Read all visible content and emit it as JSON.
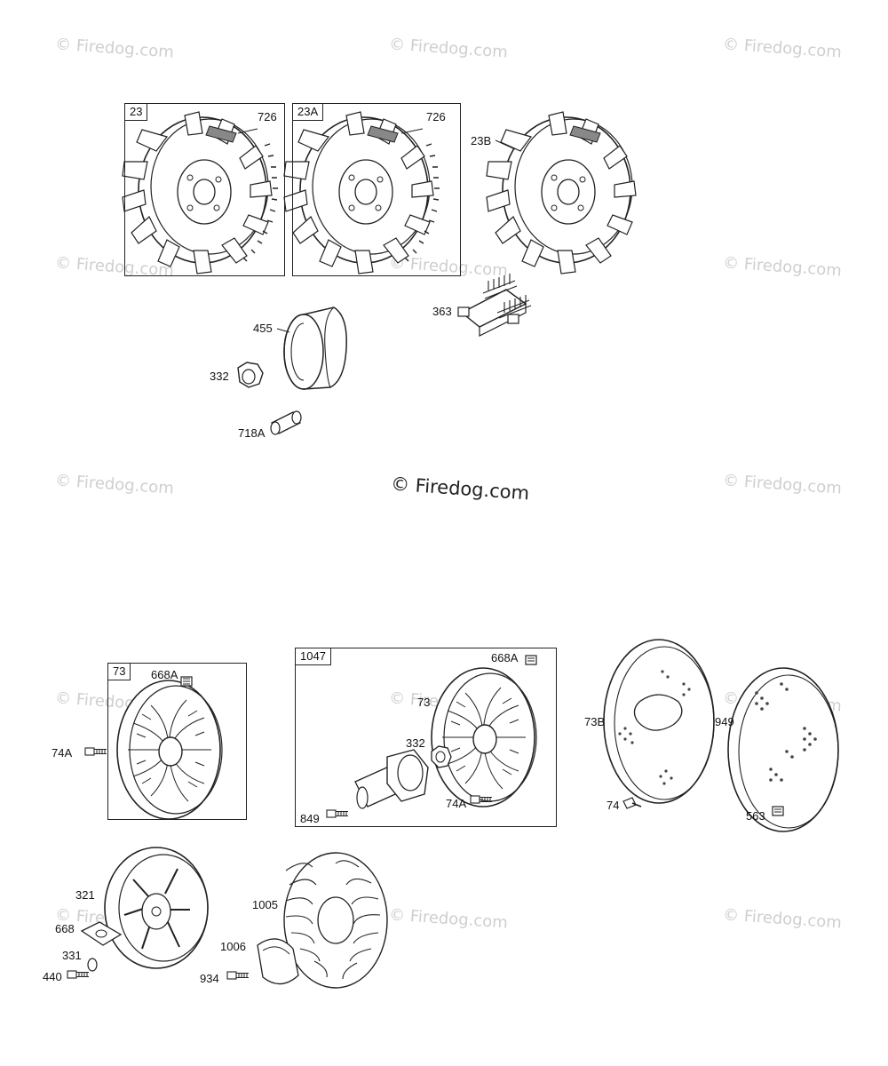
{
  "watermark": {
    "text": "© Firedog.com",
    "main_text": "© Firedog.com"
  },
  "boxes": {
    "b23": "23",
    "b23A": "23A",
    "b73": "73",
    "b1047": "1047"
  },
  "labels": {
    "l726a": "726",
    "l726b": "726",
    "l23B": "23B",
    "l363": "363",
    "l455": "455",
    "l332a": "332",
    "l718A": "718A",
    "l668Aa": "668A",
    "l74Aa": "74A",
    "l668Ab": "668A",
    "l73": "73",
    "l332b": "332",
    "l849": "849",
    "l74Ab": "74A",
    "l73B": "73B",
    "l74": "74",
    "l949": "949",
    "l563": "563",
    "l321": "321",
    "l668": "668",
    "l331": "331",
    "l440": "440",
    "l1005": "1005",
    "l1006": "1006",
    "l934": "934"
  },
  "icons": [
    "flywheel-icon",
    "sleeve-icon",
    "nut-icon",
    "key-icon",
    "bracket-icon",
    "fan-screen-icon",
    "bolt-icon",
    "rotating-screen-icon",
    "fan-icon",
    "retainer-icon"
  ]
}
